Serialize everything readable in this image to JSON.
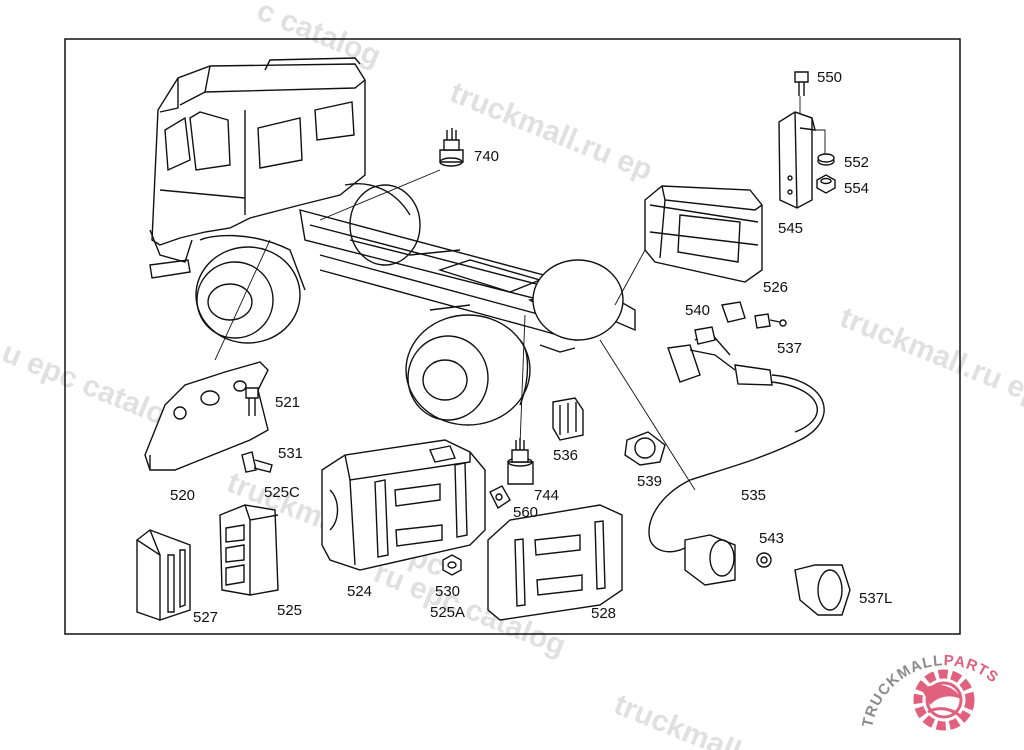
{
  "watermark": "truckmall.ru epc catalog",
  "watermark_fragments": {
    "w1": "c catalog",
    "w2": "truckmall.ru ep",
    "w3": "truckmall.ru epc",
    "w4": "u epc catalog",
    "w5": "truckmall.ru epc",
    "w6": "ru epc catalog",
    "w7": "truckmall.ru"
  },
  "parts": {
    "p550": "550",
    "p552": "552",
    "p554": "554",
    "p545": "545",
    "p740": "740",
    "p526": "526",
    "p540": "540",
    "p537": "537",
    "p521": "521",
    "p531": "531",
    "p525C": "525C",
    "p520": "520",
    "p536": "536",
    "p744": "744",
    "p560": "560",
    "p539": "539",
    "p535": "535",
    "p543": "543",
    "p537L": "537L",
    "p524": "524",
    "p530": "530",
    "p525A": "525A",
    "p528": "528",
    "p527": "527",
    "p525": "525"
  },
  "logo": {
    "text_left": "TRUCKMALL",
    "text_right": "PARTS",
    "colors": {
      "gray": "#8c8c8c",
      "pink": "#e0607e"
    }
  }
}
